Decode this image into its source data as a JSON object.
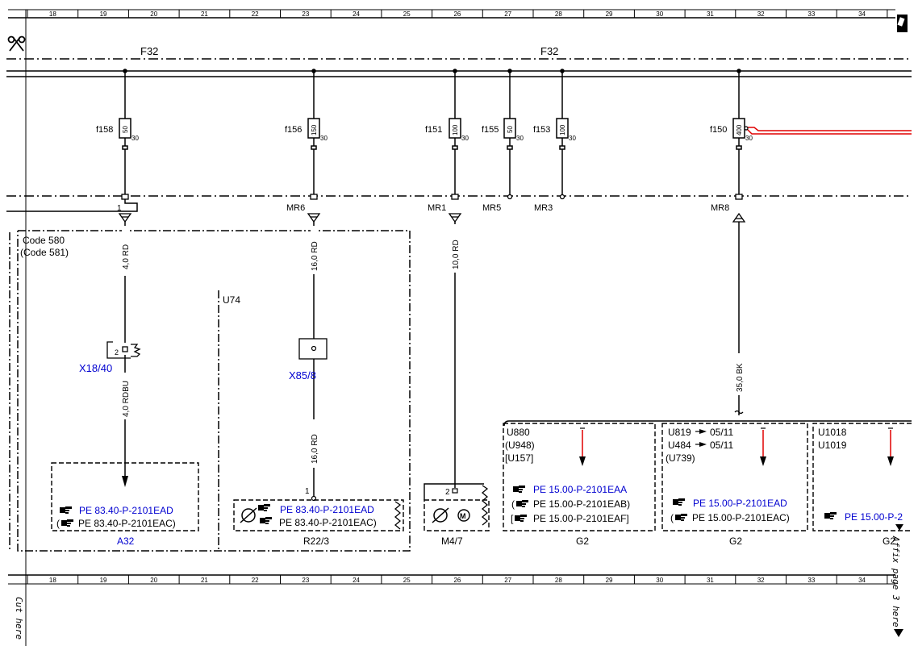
{
  "grid_columns": [
    "18",
    "19",
    "20",
    "21",
    "22",
    "23",
    "24",
    "25",
    "26",
    "27",
    "28",
    "29",
    "30",
    "31",
    "32",
    "33",
    "34"
  ],
  "bus_labels": {
    "left": "F32",
    "right": "F32"
  },
  "fuses": [
    {
      "id": "f158",
      "rating": "50",
      "terminal": "30"
    },
    {
      "id": "f156",
      "rating": "150",
      "terminal": "30"
    },
    {
      "id": "f151",
      "rating": "100",
      "terminal": "30"
    },
    {
      "id": "f155",
      "rating": "50",
      "terminal": "30"
    },
    {
      "id": "f153",
      "rating": "100",
      "terminal": "30"
    },
    {
      "id": "f150",
      "rating": "400",
      "terminal": "30"
    }
  ],
  "connectors": {
    "c1": "1",
    "mr6": "MR6",
    "mr1": "MR1",
    "mr5": "MR5",
    "mr3": "MR3",
    "mr8": "MR8"
  },
  "wires": {
    "w1": "4,0 RD",
    "w2": "16,0 RD",
    "w3": "10,0 RD",
    "w4": "4,0 RDBU",
    "w5": "16,0 RD",
    "w6": "35,0 BK"
  },
  "codes": {
    "code580": "Code 580",
    "code581": "(Code 581)",
    "u74": "U74"
  },
  "components": {
    "x1840": "X18/40",
    "x1840_pin": "2",
    "x858": "X85/8",
    "r223_pin": "1",
    "m47_pin": "2"
  },
  "boxes": {
    "a32": {
      "name": "A32",
      "ref1": "PE 83.40-P-2101EAD",
      "ref2": "PE 83.40-P-2101EAC)"
    },
    "r223": {
      "name": "R22/3",
      "ref1": "PE 83.40-P-2101EAD",
      "ref2": "PE 83.40-P-2101EAC)"
    },
    "m47": {
      "name": "M4/7"
    },
    "g2a": {
      "name": "G2",
      "u1": "U880",
      "u2": "(U948)",
      "u3": "[U157]",
      "ref1": "PE 15.00-P-2101EAA",
      "ref2": "PE 15.00-P-2101EAB)",
      "ref3": "PE 15.00-P-2101EAF]"
    },
    "g2b": {
      "name": "G2",
      "u1": "U819",
      "u1_arrow": "05/11",
      "u2": "U484",
      "u2_arrow": "05/11",
      "u3": "(U739)",
      "ref1": "PE 15.00-P-2101EAD",
      "ref2": "PE 15.00-P-2101EAC)"
    },
    "g2c": {
      "name": "G2",
      "u1": "U1018",
      "u2": "U1019",
      "ref1": "PE 15.00-P-2"
    }
  },
  "margin": {
    "cut_here": "Cut here",
    "affix": "Affix page 3 here"
  },
  "colors": {
    "link": "#0000d0",
    "highlight_wire": "#e00000",
    "line": "#000000"
  },
  "icons": [
    "scissors-icon",
    "pointing-hand-icon",
    "motor-icon",
    "eraser-icon"
  ]
}
